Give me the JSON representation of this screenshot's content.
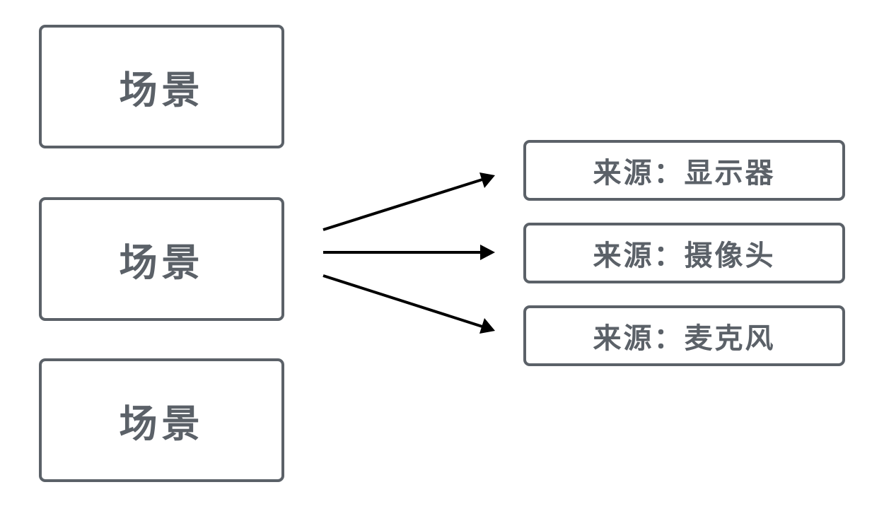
{
  "scenes": [
    {
      "label": "场景"
    },
    {
      "label": "场景"
    },
    {
      "label": "场景"
    }
  ],
  "sources": [
    {
      "label": "来源：显示器"
    },
    {
      "label": "来源：摄像头"
    },
    {
      "label": "来源：麦克风"
    }
  ],
  "colors": {
    "box_border": "#5b6168",
    "text": "#5b6168",
    "arrow": "#000000"
  }
}
